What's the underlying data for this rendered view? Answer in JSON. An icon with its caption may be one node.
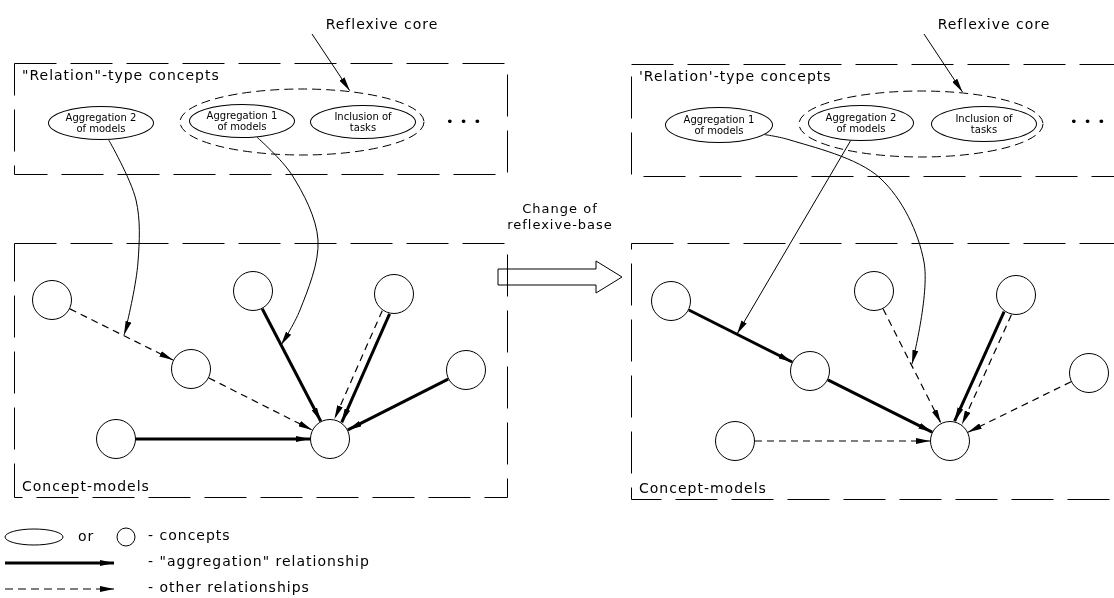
{
  "diagram": {
    "nodes": [
      {
        "text": [
          "\"Relation\"-type concepts"
        ]
      },
      {
        "text": [
          "Aggregation 2 of models"
        ],
        "in": 0
      },
      {
        "text": [],
        "shape": "ellipse",
        "in": 0
      },
      {
        "text": [
          "Aggregation 1 of models"
        ],
        "in": 2
      },
      {
        "text": [
          "Inclusion of tasks"
        ],
        "in": 2
      },
      {
        "text": [
          "Reflexive core"
        ]
      },
      {
        "text": [
          "Concept-models"
        ]
      },
      {
        "text": [],
        "shape": "circle",
        "in": 6
      },
      {
        "text": [],
        "shape": "circle",
        "in": 6
      },
      {
        "text": [],
        "shape": "circle",
        "in": 6
      },
      {
        "text": [],
        "shape": "circle",
        "in": 6
      },
      {
        "text": [],
        "shape": "circle",
        "in": 6
      },
      {
        "text": [],
        "shape": "circle",
        "in": 6
      },
      {
        "text": [],
        "shape": "circle",
        "in": 6
      },
      {
        "text": [
          "'Relation'-type concepts"
        ]
      },
      {
        "text": [
          "Aggregation 1 of models"
        ],
        "in": 14
      },
      {
        "text": [],
        "shape": "ellipse",
        "in": 14
      },
      {
        "text": [
          "Aggregation 2 of models"
        ],
        "in": 16
      },
      {
        "text": [
          "Inclusion of tasks"
        ],
        "in": 16
      },
      {
        "text": [
          "Reflexive core"
        ]
      },
      {
        "text": [
          "Concept-models"
        ]
      },
      {
        "text": [],
        "shape": "circle",
        "in": 20
      },
      {
        "text": [],
        "shape": "circle",
        "in": 20
      },
      {
        "text": [],
        "shape": "circle",
        "in": 20
      },
      {
        "text": [],
        "shape": "circle",
        "in": 20
      },
      {
        "text": [],
        "shape": "circle",
        "in": 20
      },
      {
        "text": [],
        "shape": "circle",
        "in": 20
      },
      {
        "text": [],
        "shape": "circle",
        "in": 20
      }
    ],
    "edges": [
      {
        "from": 5,
        "to": 2,
        "arrow": "to"
      },
      {
        "from": 1,
        "to": null,
        "arrow": "to"
      },
      {
        "from": 3,
        "to": null,
        "arrow": "to"
      },
      {
        "from": 7,
        "to": 9,
        "arrow": "to",
        "style": "dashed"
      },
      {
        "from": 9,
        "to": 11,
        "arrow": "to",
        "style": "dashed"
      },
      {
        "from": 8,
        "to": 11,
        "arrow": "to",
        "style": "thick"
      },
      {
        "from": 10,
        "to": 11,
        "arrow": "to",
        "style": "thick"
      },
      {
        "from": 12,
        "to": 11,
        "arrow": "to",
        "style": "thick"
      },
      {
        "from": 12,
        "to": 11,
        "arrow": "to",
        "style": "dashed"
      },
      {
        "from": 13,
        "to": 11,
        "arrow": "to",
        "style": "thick"
      },
      {
        "from": 6,
        "to": 20,
        "arrow": "to",
        "label": "Change of reflexive-base"
      },
      {
        "from": 19,
        "to": 16,
        "arrow": "to"
      },
      {
        "from": 17,
        "to": null,
        "arrow": "to"
      },
      {
        "from": 15,
        "to": null,
        "arrow": "to"
      },
      {
        "from": 21,
        "to": 23,
        "arrow": "to",
        "style": "thick"
      },
      {
        "from": 23,
        "to": 25,
        "arrow": "to",
        "style": "thick"
      },
      {
        "from": 22,
        "to": 25,
        "arrow": "to",
        "style": "dashed"
      },
      {
        "from": 24,
        "to": 25,
        "arrow": "to",
        "style": "dashed"
      },
      {
        "from": 26,
        "to": 25,
        "arrow": "to",
        "style": "dashed"
      },
      {
        "from": 26,
        "to": 25,
        "arrow": "to",
        "style": "thick"
      },
      {
        "from": 27,
        "to": 25,
        "arrow": "to",
        "style": "dashed"
      }
    ],
    "labels": [
      "• • •",
      "• • •",
      "or"
    ],
    "legend": [
      {
        "text": "- concepts"
      },
      {
        "text": "- \"aggregation\" relationship"
      },
      {
        "text": "- other relationships"
      }
    ]
  }
}
